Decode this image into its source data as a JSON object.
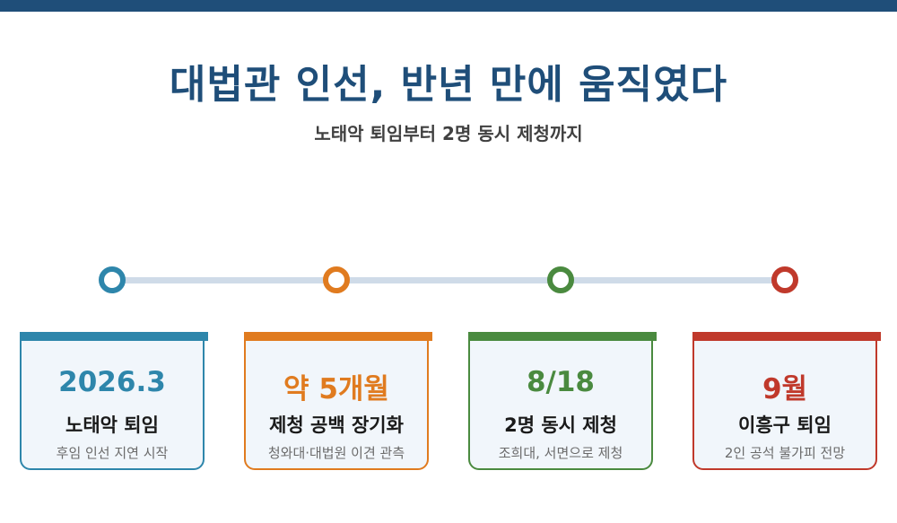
{
  "title": "대법관 인선, 반년 만에 움직였다",
  "subtitle": "노태악 퇴임부터 2명 동시 제청까지",
  "colors": {
    "top_bar": "#1f4e79",
    "title": "#1f4e79",
    "line": "#cfdbe8",
    "card_bg": "#f1f6fb"
  },
  "events": [
    {
      "date": "2026.3",
      "heading": "노태악 퇴임",
      "desc": "후임 인선 지연 시작",
      "color": "#2e86ab"
    },
    {
      "date": "약 5개월",
      "heading": "제청 공백 장기화",
      "desc": "청와대·대법원 이견 관측",
      "color": "#e07b1f"
    },
    {
      "date": "8/18",
      "heading": "2명 동시 제청",
      "desc": "조희대, 서면으로 제청",
      "color": "#4a8a3f"
    },
    {
      "date": "9월",
      "heading": "이흥구 퇴임",
      "desc": "2인 공석 불가피 전망",
      "color": "#c0392b"
    }
  ]
}
